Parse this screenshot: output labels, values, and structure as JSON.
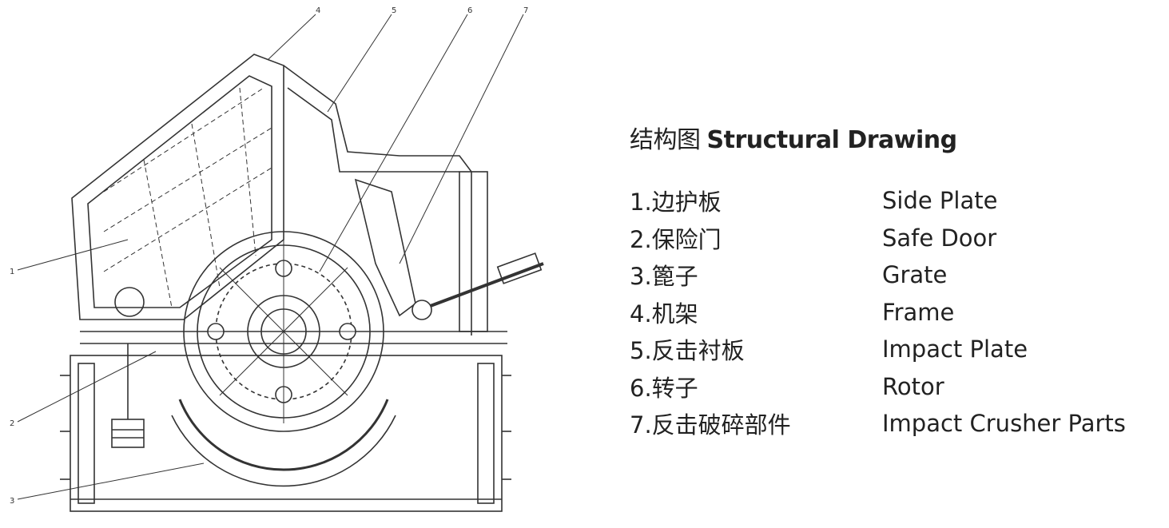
{
  "title": {
    "cn": "结构图",
    "en": "Structural Drawing"
  },
  "parts": [
    {
      "num": "1.",
      "cn": "边护板",
      "en": "Side Plate"
    },
    {
      "num": "2.",
      "cn": "保险门",
      "en": "Safe Door"
    },
    {
      "num": "3.",
      "cn": "篦子",
      "en": "Grate"
    },
    {
      "num": "4.",
      "cn": "机架",
      "en": "Frame"
    },
    {
      "num": "5.",
      "cn": "反击衬板",
      "en": "Impact Plate"
    },
    {
      "num": "6.",
      "cn": "转子",
      "en": "Rotor"
    },
    {
      "num": "7.",
      "cn": "反击破碎部件",
      "en": "Impact Crusher Parts"
    }
  ],
  "callouts": [
    "1",
    "2",
    "3",
    "4",
    "5",
    "6",
    "7"
  ],
  "colors": {
    "line": "#333333",
    "text": "#222222"
  }
}
